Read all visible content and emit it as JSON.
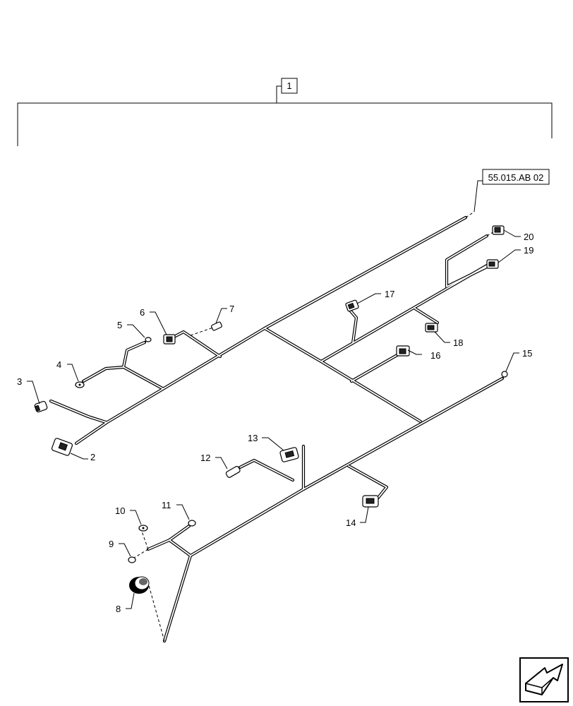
{
  "assembly_callout": "1",
  "reference": "55.015.AB 02",
  "callouts": {
    "c2": "2",
    "c3": "3",
    "c4": "4",
    "c5": "5",
    "c6": "6",
    "c7": "7",
    "c8": "8",
    "c9": "9",
    "c10": "10",
    "c11": "11",
    "c12": "12",
    "c13": "13",
    "c14": "14",
    "c15": "15",
    "c16": "16",
    "c17": "17",
    "c18": "18",
    "c19": "19",
    "c20": "20"
  },
  "nav_icon": "next-page-arrow-icon"
}
